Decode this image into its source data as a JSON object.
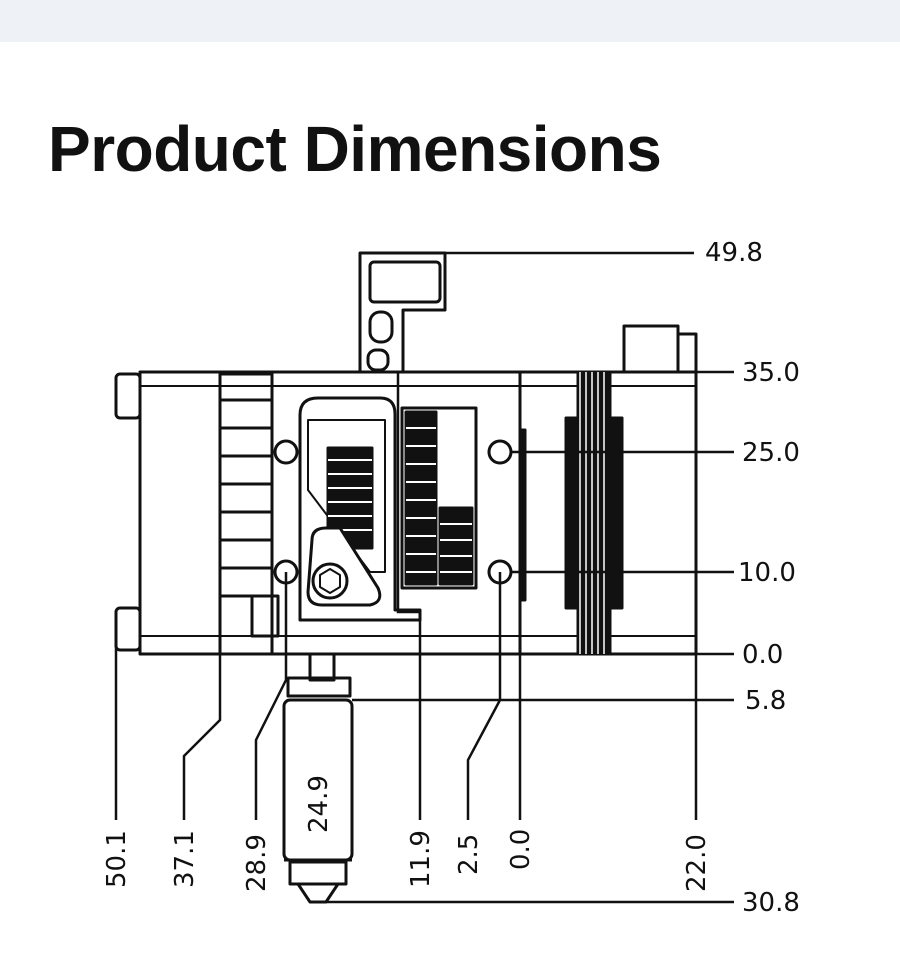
{
  "title": "Product Dimensions",
  "right_labels": [
    "49.8",
    "35.0",
    "25.0",
    "10.0",
    "0.0",
    "5.8",
    "30.8"
  ],
  "bottom_labels": [
    "50.1",
    "37.1",
    "28.9",
    "11.9",
    "2.5",
    "0.0",
    "22.0"
  ],
  "nozzle_label": "24.9"
}
